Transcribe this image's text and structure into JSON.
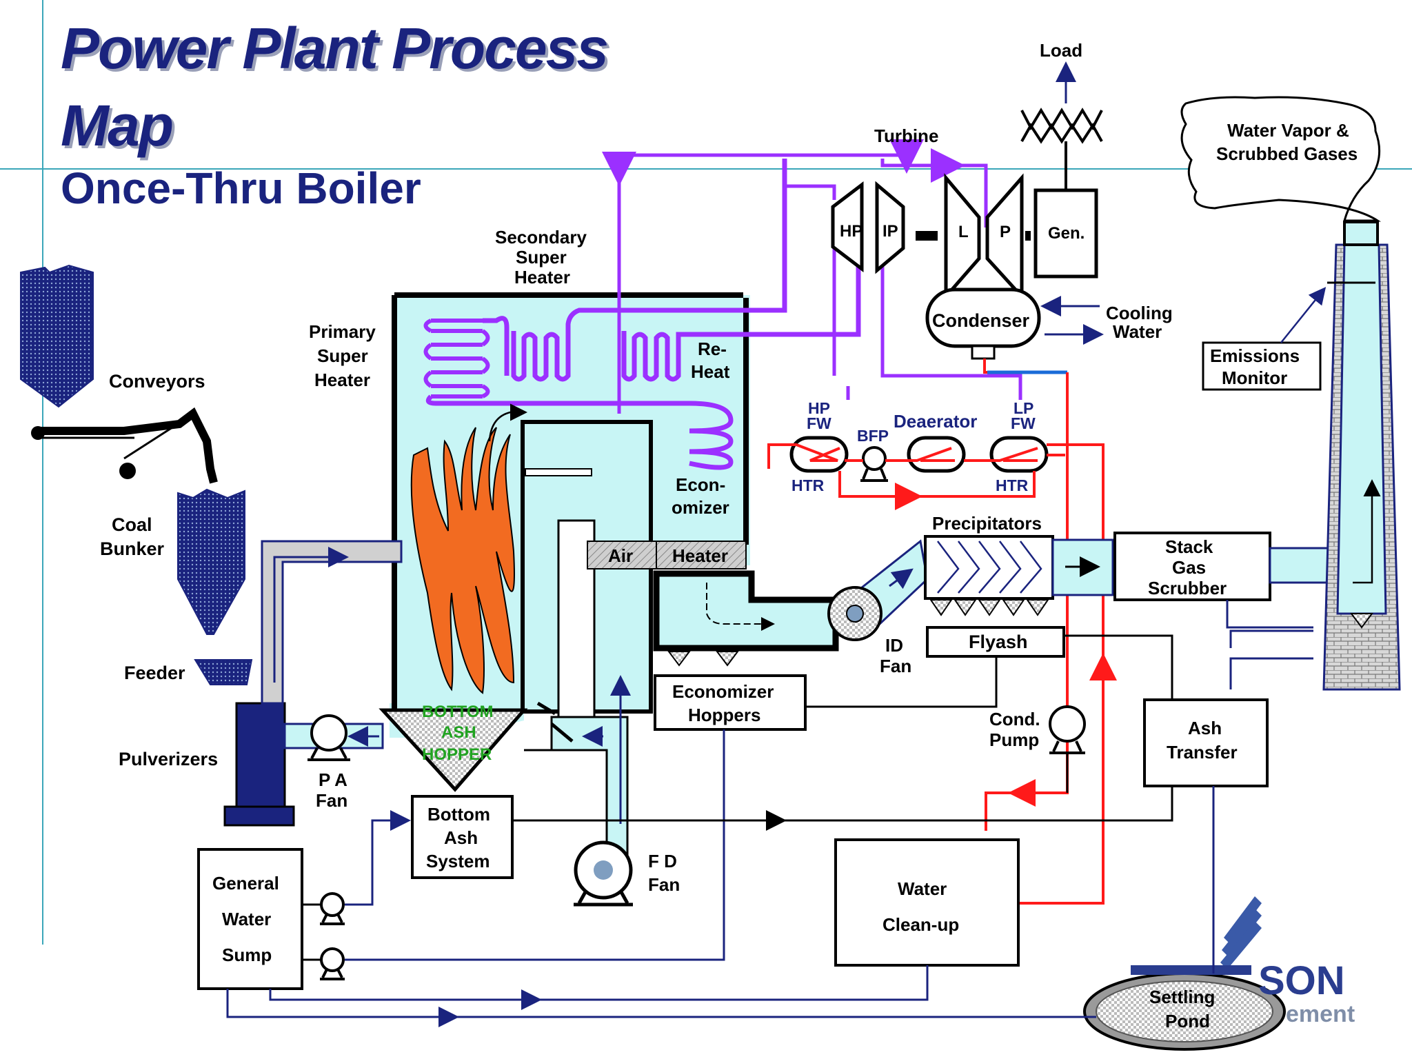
{
  "header": {
    "title_line1": "Power Plant Process",
    "title_line2": "Map",
    "subtitle": "Once-Thru Boiler"
  },
  "labels": {
    "load": "Load",
    "turbine": "Turbine",
    "hp": "HP",
    "ip": "IP",
    "l": "L",
    "p": "P",
    "gen": "Gen.",
    "condenser": "Condenser",
    "cooling_water": [
      "Cooling",
      "Water"
    ],
    "vapor": [
      "Water Vapor &",
      "Scrubbed Gases"
    ],
    "emissions_monitor": [
      "Emissions",
      "Monitor"
    ],
    "secondary_super_heater": [
      "Secondary",
      "Super",
      "Heater"
    ],
    "primary_super_heater": [
      "Primary",
      "Super",
      "Heater"
    ],
    "reheat": [
      "Re-",
      "Heat"
    ],
    "economizer": [
      "Econ-",
      "omizer"
    ],
    "hp_fw": [
      "HP",
      "FW"
    ],
    "lp_fw": [
      "LP",
      "FW"
    ],
    "htr": "HTR",
    "bfp": "BFP",
    "deaerator": "Deaerator",
    "conveyors": "Conveyors",
    "coal_bunker": [
      "Coal",
      "Bunker"
    ],
    "feeder": "Feeder",
    "pulverizers": "Pulverizers",
    "pa_fan": [
      "P A",
      "Fan"
    ],
    "air": "Air",
    "heater": "Heater",
    "precipitators": "Precipitators",
    "stack_gas_scrubber": [
      "Stack",
      "Gas",
      "Scrubber"
    ],
    "flyash": "Flyash",
    "id_fan": [
      "ID",
      "Fan"
    ],
    "economizer_hoppers": [
      "Economizer",
      "Hoppers"
    ],
    "bottom_ash_hopper": [
      "BOTTOM",
      "ASH",
      "HOPPER"
    ],
    "bottom_ash_system": [
      "Bottom",
      "Ash",
      "System"
    ],
    "cond_pump": [
      "Cond.",
      "Pump"
    ],
    "ash_transfer": [
      "Ash",
      "Transfer"
    ],
    "fd_fan": [
      "F D",
      "Fan"
    ],
    "general_water_sump": [
      "General",
      "Water",
      "Sump"
    ],
    "water_cleanup": [
      "Water",
      "Clean-up"
    ],
    "settling_pond": [
      "Settling",
      "Pond"
    ],
    "logo_text": "SON",
    "logo_sub": "ement"
  },
  "colors": {
    "title": "#1a237e",
    "steam": "#9b30ff",
    "feedwater": "#ff1a1a",
    "pipe": "#1a237e",
    "duct": "#c8f5f5",
    "flame": "#f26b21",
    "hopper_text": "#21a321"
  }
}
